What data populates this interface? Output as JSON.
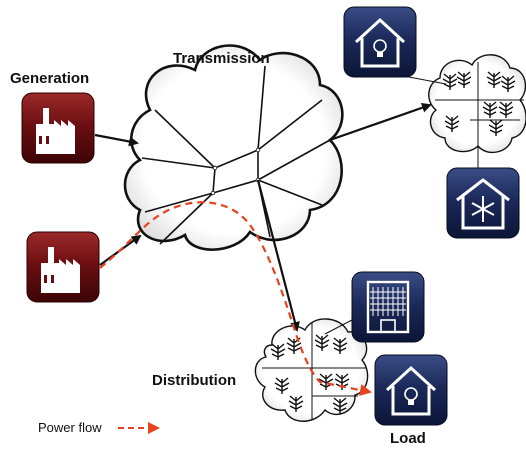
{
  "labels": {
    "generation": "Generation",
    "transmission": "Transmission",
    "distribution": "Distribution",
    "load": "Load"
  },
  "legend": {
    "power_flow": "Power flow"
  },
  "colors": {
    "plant_tile": "#6a0d10",
    "load_tile": "#1d2a5a",
    "flow_line": "#e8421f",
    "edge": "#111111"
  },
  "icons": {
    "plant": "factory-icon",
    "house_light": "house-lightbulb-icon",
    "house_snow": "house-snowflake-icon",
    "office": "office-building-icon",
    "tree": "tree-icon"
  }
}
